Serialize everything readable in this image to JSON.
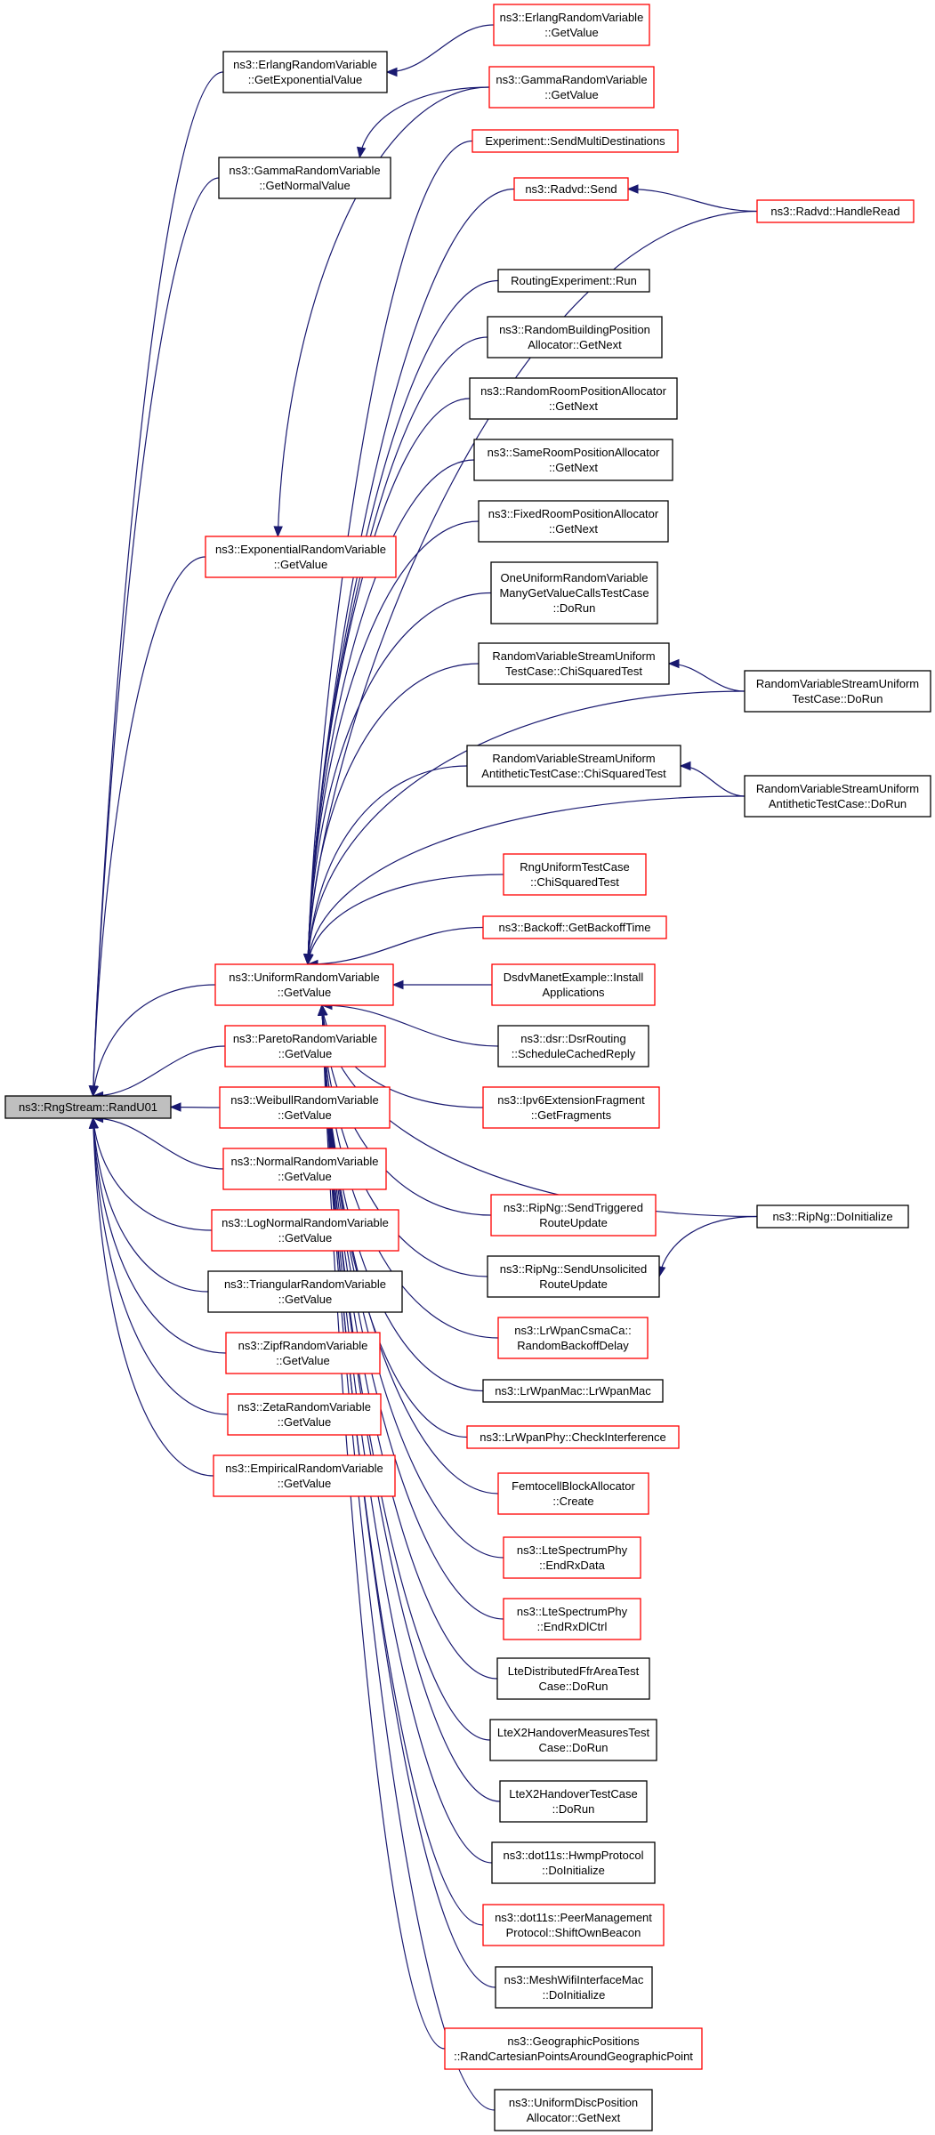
{
  "diagram": {
    "colors": {
      "edge": "#191970",
      "highlight_border": "#ff0000",
      "normal_border": "#000000",
      "root_fill": "#bfbfbf"
    },
    "nodes": [
      {
        "id": "root",
        "style": "root",
        "lines": [
          "ns3::RngStream::RandU01"
        ]
      },
      {
        "id": "erlang-exp",
        "style": "black",
        "lines": [
          "ns3::ErlangRandomVariable",
          "::GetExponentialValue"
        ]
      },
      {
        "id": "gamma-normal",
        "style": "black",
        "lines": [
          "ns3::GammaRandomVariable",
          "::GetNormalValue"
        ]
      },
      {
        "id": "exponential",
        "style": "red",
        "lines": [
          "ns3::ExponentialRandomVariable",
          "::GetValue"
        ]
      },
      {
        "id": "uniform",
        "style": "red",
        "lines": [
          "ns3::UniformRandomVariable",
          "::GetValue"
        ]
      },
      {
        "id": "pareto",
        "style": "red",
        "lines": [
          "ns3::ParetoRandomVariable",
          "::GetValue"
        ]
      },
      {
        "id": "weibull",
        "style": "red",
        "lines": [
          "ns3::WeibullRandomVariable",
          "::GetValue"
        ]
      },
      {
        "id": "normal",
        "style": "red",
        "lines": [
          "ns3::NormalRandomVariable",
          "::GetValue"
        ]
      },
      {
        "id": "lognormal",
        "style": "red",
        "lines": [
          "ns3::LogNormalRandomVariable",
          "::GetValue"
        ]
      },
      {
        "id": "triangular",
        "style": "black",
        "lines": [
          "ns3::TriangularRandomVariable",
          "::GetValue"
        ]
      },
      {
        "id": "zipf",
        "style": "red",
        "lines": [
          "ns3::ZipfRandomVariable",
          "::GetValue"
        ]
      },
      {
        "id": "zeta",
        "style": "red",
        "lines": [
          "ns3::ZetaRandomVariable",
          "::GetValue"
        ]
      },
      {
        "id": "empirical",
        "style": "red",
        "lines": [
          "ns3::EmpiricalRandomVariable",
          "::GetValue"
        ]
      },
      {
        "id": "erlang-get",
        "style": "red",
        "lines": [
          "ns3::ErlangRandomVariable",
          "::GetValue"
        ]
      },
      {
        "id": "gamma-get",
        "style": "red",
        "lines": [
          "ns3::GammaRandomVariable",
          "::GetValue"
        ]
      },
      {
        "id": "exp-multi",
        "style": "red",
        "lines": [
          "Experiment::SendMultiDestinations"
        ]
      },
      {
        "id": "radvd-send",
        "style": "red",
        "lines": [
          "ns3::Radvd::Send"
        ]
      },
      {
        "id": "routing-run",
        "style": "black",
        "lines": [
          "RoutingExperiment::Run"
        ]
      },
      {
        "id": "building-pos",
        "style": "black",
        "lines": [
          "ns3::RandomBuildingPosition",
          "Allocator::GetNext"
        ]
      },
      {
        "id": "random-room",
        "style": "black",
        "lines": [
          "ns3::RandomRoomPositionAllocator",
          "::GetNext"
        ]
      },
      {
        "id": "same-room",
        "style": "black",
        "lines": [
          "ns3::SameRoomPositionAllocator",
          "::GetNext"
        ]
      },
      {
        "id": "fixed-room",
        "style": "black",
        "lines": [
          "ns3::FixedRoomPositionAllocator",
          "::GetNext"
        ]
      },
      {
        "id": "one-uniform",
        "style": "black",
        "lines": [
          "OneUniformRandomVariable",
          "ManyGetValueCallsTestCase",
          "::DoRun"
        ]
      },
      {
        "id": "rvs-chi",
        "style": "black",
        "lines": [
          "RandomVariableStreamUniform",
          "TestCase::ChiSquaredTest"
        ]
      },
      {
        "id": "rvs-anti-chi",
        "style": "black",
        "lines": [
          "RandomVariableStreamUniform",
          "AntitheticTestCase::ChiSquaredTest"
        ]
      },
      {
        "id": "rng-chi",
        "style": "red",
        "lines": [
          "RngUniformTestCase",
          "::ChiSquaredTest"
        ]
      },
      {
        "id": "backoff",
        "style": "red",
        "lines": [
          "ns3::Backoff::GetBackoffTime"
        ]
      },
      {
        "id": "dsdv",
        "style": "red",
        "lines": [
          "DsdvManetExample::Install",
          "Applications"
        ]
      },
      {
        "id": "dsr",
        "style": "black",
        "lines": [
          "ns3::dsr::DsrRouting",
          "::ScheduleCachedReply"
        ]
      },
      {
        "id": "ipv6frag",
        "style": "red",
        "lines": [
          "ns3::Ipv6ExtensionFragment",
          "::GetFragments"
        ]
      },
      {
        "id": "ripng-trig",
        "style": "red",
        "lines": [
          "ns3::RipNg::SendTriggered",
          "RouteUpdate"
        ]
      },
      {
        "id": "ripng-unsol",
        "style": "black",
        "lines": [
          "ns3::RipNg::SendUnsolicited",
          "RouteUpdate"
        ]
      },
      {
        "id": "lrwpan-csma",
        "style": "red",
        "lines": [
          "ns3::LrWpanCsmaCa::",
          "RandomBackoffDelay"
        ]
      },
      {
        "id": "lrwpan-mac",
        "style": "black",
        "lines": [
          "ns3::LrWpanMac::LrWpanMac"
        ]
      },
      {
        "id": "lrwpan-phy",
        "style": "red",
        "lines": [
          "ns3::LrWpanPhy::CheckInterference"
        ]
      },
      {
        "id": "femtocell",
        "style": "red",
        "lines": [
          "FemtocellBlockAllocator",
          "::Create"
        ]
      },
      {
        "id": "lte-endrx",
        "style": "red",
        "lines": [
          "ns3::LteSpectrumPhy",
          "::EndRxData"
        ]
      },
      {
        "id": "lte-endrxdl",
        "style": "red",
        "lines": [
          "ns3::LteSpectrumPhy",
          "::EndRxDlCtrl"
        ]
      },
      {
        "id": "lte-ffr",
        "style": "black",
        "lines": [
          "LteDistributedFfrAreaTest",
          "Case::DoRun"
        ]
      },
      {
        "id": "ltex2-meas",
        "style": "black",
        "lines": [
          "LteX2HandoverMeasuresTest",
          "Case::DoRun"
        ]
      },
      {
        "id": "ltex2",
        "style": "black",
        "lines": [
          "LteX2HandoverTestCase",
          "::DoRun"
        ]
      },
      {
        "id": "hwmp",
        "style": "black",
        "lines": [
          "ns3::dot11s::HwmpProtocol",
          "::DoInitialize"
        ]
      },
      {
        "id": "peer-mgmt",
        "style": "red",
        "lines": [
          "ns3::dot11s::PeerManagement",
          "Protocol::ShiftOwnBeacon"
        ]
      },
      {
        "id": "mesh-wifi",
        "style": "black",
        "lines": [
          "ns3::MeshWifiInterfaceMac",
          "::DoInitialize"
        ]
      },
      {
        "id": "geo-pos",
        "style": "red",
        "lines": [
          "ns3::GeographicPositions",
          "::RandCartesianPointsAroundGeographicPoint"
        ]
      },
      {
        "id": "uniform-disc",
        "style": "black",
        "lines": [
          "ns3::UniformDiscPosition",
          "Allocator::GetNext"
        ]
      },
      {
        "id": "radvd-read",
        "style": "red",
        "lines": [
          "ns3::Radvd::HandleRead"
        ]
      },
      {
        "id": "rvs-dorun",
        "style": "black",
        "lines": [
          "RandomVariableStreamUniform",
          "TestCase::DoRun"
        ]
      },
      {
        "id": "rvs-anti-dorun",
        "style": "black",
        "lines": [
          "RandomVariableStreamUniform",
          "AntitheticTestCase::DoRun"
        ]
      },
      {
        "id": "ripng-init",
        "style": "black",
        "lines": [
          "ns3::RipNg::DoInitialize"
        ]
      }
    ],
    "edges": [
      [
        "erlang-exp",
        "root"
      ],
      [
        "gamma-normal",
        "root"
      ],
      [
        "exponential",
        "root"
      ],
      [
        "uniform",
        "root"
      ],
      [
        "pareto",
        "root"
      ],
      [
        "weibull",
        "root"
      ],
      [
        "normal",
        "root"
      ],
      [
        "lognormal",
        "root"
      ],
      [
        "triangular",
        "root"
      ],
      [
        "zipf",
        "root"
      ],
      [
        "zeta",
        "root"
      ],
      [
        "empirical",
        "root"
      ],
      [
        "erlang-get",
        "erlang-exp"
      ],
      [
        "gamma-get",
        "gamma-normal"
      ],
      [
        "gamma-get",
        "exponential"
      ],
      [
        "exp-multi",
        "uniform"
      ],
      [
        "radvd-send",
        "uniform"
      ],
      [
        "radvd-read",
        "uniform"
      ],
      [
        "routing-run",
        "uniform"
      ],
      [
        "building-pos",
        "uniform"
      ],
      [
        "random-room",
        "uniform"
      ],
      [
        "same-room",
        "uniform"
      ],
      [
        "fixed-room",
        "uniform"
      ],
      [
        "one-uniform",
        "uniform"
      ],
      [
        "rvs-chi",
        "uniform"
      ],
      [
        "rvs-dorun",
        "uniform"
      ],
      [
        "rvs-anti-chi",
        "uniform"
      ],
      [
        "rvs-anti-dorun",
        "uniform"
      ],
      [
        "rng-chi",
        "uniform"
      ],
      [
        "backoff",
        "uniform"
      ],
      [
        "dsdv",
        "uniform"
      ],
      [
        "dsr",
        "uniform"
      ],
      [
        "ipv6frag",
        "uniform"
      ],
      [
        "ripng-init",
        "uniform"
      ],
      [
        "ripng-trig",
        "uniform"
      ],
      [
        "ripng-unsol",
        "uniform"
      ],
      [
        "lrwpan-csma",
        "uniform"
      ],
      [
        "lrwpan-mac",
        "uniform"
      ],
      [
        "lrwpan-phy",
        "uniform"
      ],
      [
        "femtocell",
        "uniform"
      ],
      [
        "lte-endrx",
        "uniform"
      ],
      [
        "lte-endrxdl",
        "uniform"
      ],
      [
        "lte-ffr",
        "uniform"
      ],
      [
        "ltex2-meas",
        "uniform"
      ],
      [
        "ltex2",
        "uniform"
      ],
      [
        "hwmp",
        "uniform"
      ],
      [
        "peer-mgmt",
        "uniform"
      ],
      [
        "mesh-wifi",
        "uniform"
      ],
      [
        "geo-pos",
        "uniform"
      ],
      [
        "uniform-disc",
        "uniform"
      ],
      [
        "radvd-read",
        "radvd-send"
      ],
      [
        "rvs-dorun",
        "rvs-chi"
      ],
      [
        "rvs-anti-dorun",
        "rvs-anti-chi"
      ],
      [
        "ripng-init",
        "ripng-unsol"
      ]
    ]
  }
}
